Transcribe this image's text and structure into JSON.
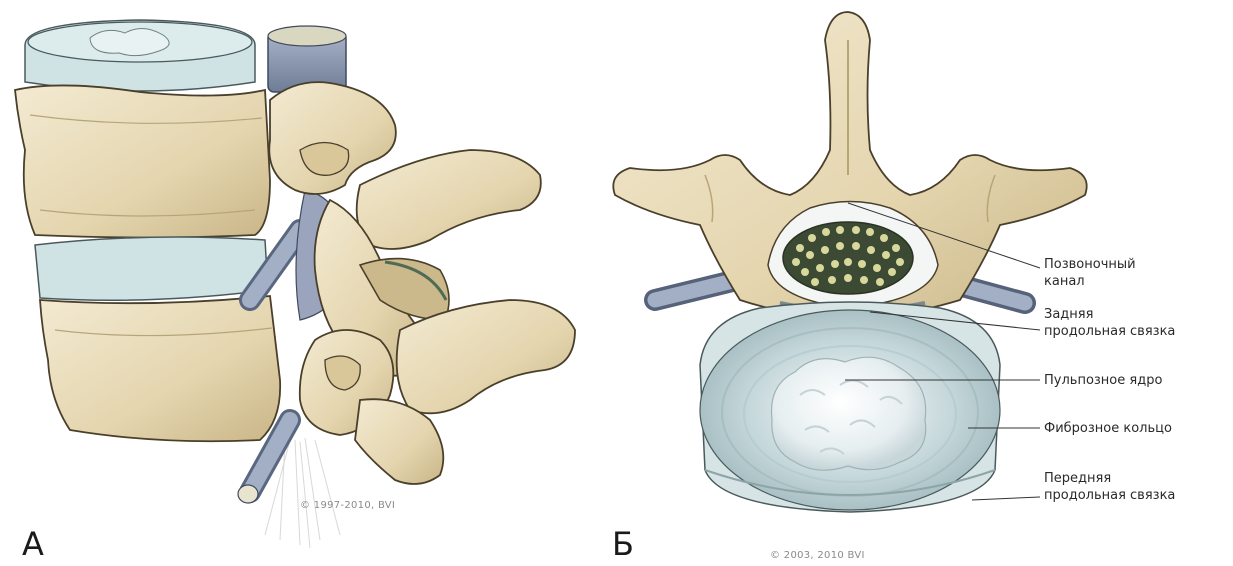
{
  "panels": {
    "a": {
      "letter": "А",
      "copyright": "© 1997-2010, BVI"
    },
    "b": {
      "letter": "Б",
      "copyright": "© 2003, 2010 BVI"
    }
  },
  "labels": [
    {
      "id": "spinal-canal",
      "lines": [
        "Позвоночный",
        "канал"
      ]
    },
    {
      "id": "posterior-ligament",
      "lines": [
        "Задняя",
        "продольная связка"
      ]
    },
    {
      "id": "nucleus-pulposus",
      "lines": [
        "Пульпозное ядро"
      ]
    },
    {
      "id": "annulus-fibrosus",
      "lines": [
        "Фиброзное кольцо"
      ]
    },
    {
      "id": "anterior-ligament",
      "lines": [
        "Передняя",
        "продольная связка"
      ]
    }
  ],
  "colors": {
    "bone": "#e9dcba",
    "bone_shadow": "#c7b58a",
    "bone_outline": "#4a3f2a",
    "disc": "#c9dde0",
    "disc_dark": "#a8c2c6",
    "nerve": "#8e9bb3",
    "spinal_cord": "#3d4a33",
    "cord_dots": "#d8d79c",
    "nucleus": "#eef4f5",
    "leader": "#333333"
  }
}
